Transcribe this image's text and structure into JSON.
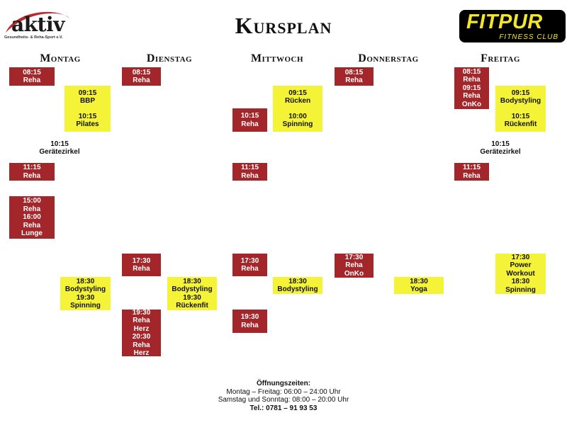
{
  "logos": {
    "left": {
      "name": "aktiv",
      "tagline": "Gesundheits- & Reha-Sport e.V."
    },
    "right": {
      "name": "FITPUR",
      "tagline": "FITNESS CLUB"
    }
  },
  "title": "Kursplan",
  "days": [
    "Montag",
    "Dienstag",
    "Mittwoch",
    "Donnerstag",
    "Freitag"
  ],
  "colors": {
    "red": "#a3262a",
    "yellow": "#f5f337"
  },
  "courses": {
    "mo_reha_0815": [
      "08:15",
      "Reha"
    ],
    "mo_bbp_0915_pilates_1015": [
      "09:15",
      "BBP",
      "",
      "10:15",
      "Pilates"
    ],
    "mo_geraetezirkel_1015": [
      "10:15",
      "Gerätezirkel"
    ],
    "mo_reha_1115": [
      "11:15",
      "Reha"
    ],
    "mo_reha_1500_reha_lunge_1600": [
      "15:00",
      "Reha",
      "16:00",
      "Reha",
      "Lunge"
    ],
    "mo_bodystyling_1830_spinning_1930": [
      "18:30",
      "Bodystyling",
      "19:30",
      "Spinning"
    ],
    "di_reha_0815": [
      "08:15",
      "Reha"
    ],
    "di_reha_1730": [
      "17:30",
      "Reha"
    ],
    "di_bodystyling_1830_rueckenfit_1930": [
      "18:30",
      "Bodystyling",
      "19:30",
      "Rückenfit"
    ],
    "di_reha_herz_1930_2030": [
      "19:30",
      "Reha",
      "Herz",
      "20:30",
      "Reha",
      "Herz"
    ],
    "mi_ruecken_0915_spinning_1000": [
      "09:15",
      "Rücken",
      "",
      "10:00",
      "Spinning"
    ],
    "mi_reha_1015": [
      "10:15",
      "Reha"
    ],
    "mi_reha_1115": [
      "11:15",
      "Reha"
    ],
    "mi_reha_1730": [
      "17:30",
      "Reha"
    ],
    "mi_bodystyling_1830": [
      "18:30",
      "Bodystyling"
    ],
    "mi_reha_1930": [
      "19:30",
      "Reha"
    ],
    "do_reha_0815": [
      "08:15",
      "Reha"
    ],
    "do_reha_onko_1730": [
      "17:30",
      "Reha",
      "OnKo"
    ],
    "do_yoga_1830": [
      "18:30",
      "Yoga"
    ],
    "fr_reha_0815_reha_onko_0915": [
      "08:15",
      "Reha",
      "09:15",
      "Reha",
      "OnKo"
    ],
    "fr_bodystyling_0915_rueckenfit_1015": [
      "09:15",
      "Bodystyling",
      "",
      "10:15",
      "Rückenfit"
    ],
    "fr_geraetezirkel_1015": [
      "10:15",
      "Gerätezirkel"
    ],
    "fr_reha_1115": [
      "11:15",
      "Reha"
    ],
    "fr_power_workout_1730_spinning_1830": [
      "17:30",
      "Power",
      "Workout",
      "18:30",
      "Spinning"
    ]
  },
  "footer": {
    "heading": "Öffnungszeiten:",
    "line1": "Montag – Freitag: 06:00 – 24:00 Uhr",
    "line2": "Samstag und Sonntag: 08:00 – 20:00 Uhr",
    "phone": "Tel.: 0781 – 91 93 53"
  }
}
